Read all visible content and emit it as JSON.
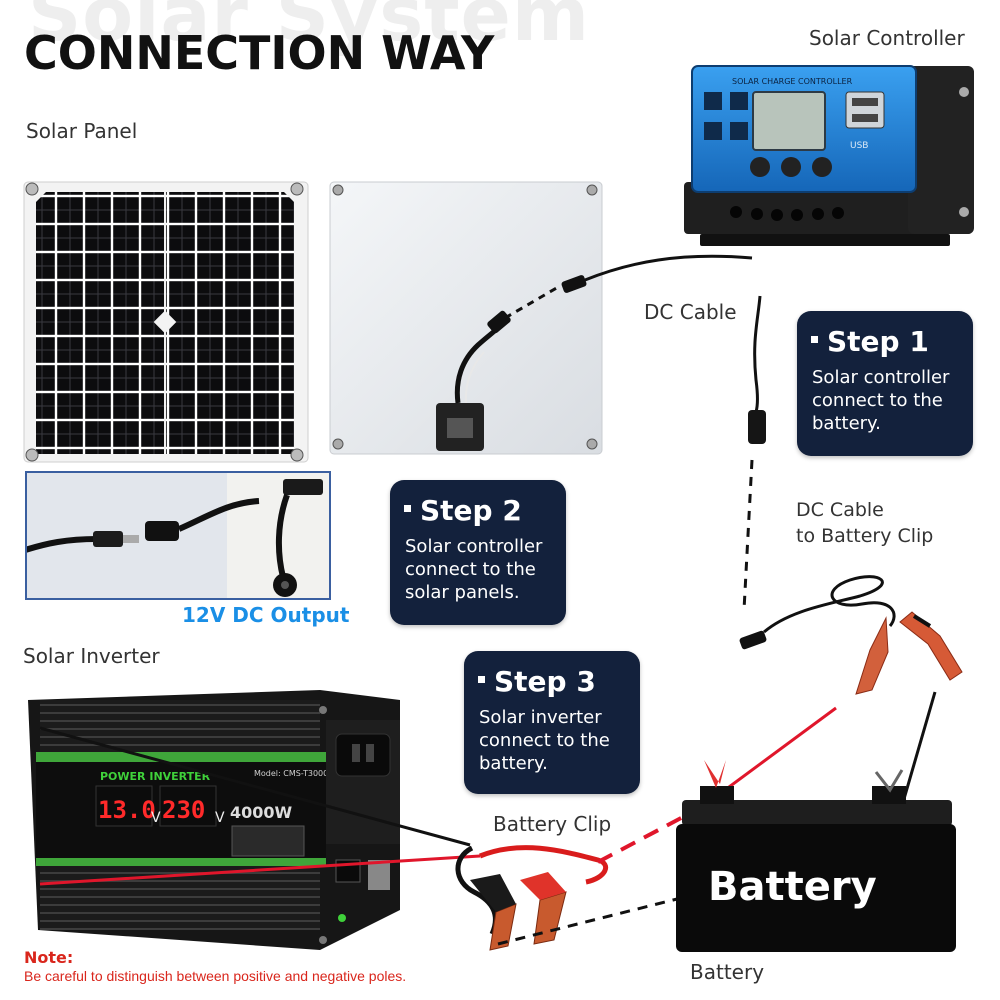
{
  "header": {
    "watermark": "Solar System",
    "title": "CONNECTION WAY"
  },
  "labels": {
    "solar_panel": "Solar Panel",
    "solar_controller": "Solar Controller",
    "dc_cable": "DC Cable",
    "dc_cable_battery_clip": "DC Cable\nto Battery Clip",
    "solar_inverter": "Solar Inverter",
    "battery_clip": "Battery Clip",
    "battery": "Battery",
    "dc_output": "12V DC Output"
  },
  "steps": [
    {
      "title": "Step 1",
      "desc": "Solar controller\nconnect to the\nbattery."
    },
    {
      "title": "Step 2",
      "desc": "Solar controller\nconnect to the\nsolar panels."
    },
    {
      "title": "Step 3",
      "desc": "Solar inverter\nconnect to the\nbattery."
    }
  ],
  "controller": {
    "panel_text": "SOLAR CHARGE CONTROLLER",
    "usb_text": "USB"
  },
  "inverter": {
    "brand_text": "POWER INVERTER",
    "model_text": "Model: CMS-T3000",
    "display_volts_in": "13.0",
    "display_volts_out": "230",
    "unit": "V",
    "power_text": "4000W"
  },
  "battery_device": {
    "label": "Battery"
  },
  "note": {
    "heading": "Note:",
    "text": "Be careful to distinguish between positive and negative poles."
  },
  "colors": {
    "step_bg": "#13213c",
    "accent_blue": "#1a8fe6",
    "note_red": "#d9261c",
    "wire_red": "#e0162b",
    "controller_blue": "#1e7fd6"
  }
}
